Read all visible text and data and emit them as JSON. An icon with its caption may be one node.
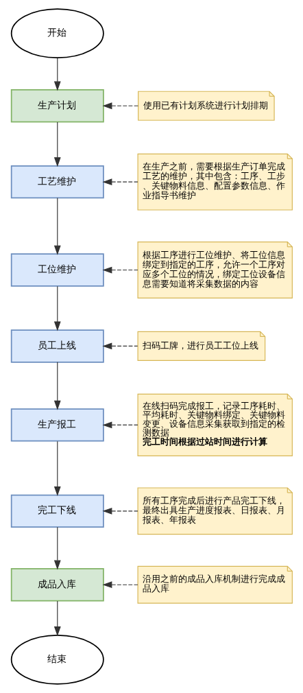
{
  "diagram": {
    "nodes": [
      {
        "text": [
          "开始"
        ]
      },
      {
        "text": [
          "生产计划"
        ]
      },
      {
        "text": [
          "工艺维护"
        ]
      },
      {
        "text": [
          "工位维护"
        ]
      },
      {
        "text": [
          "员工上线"
        ]
      },
      {
        "text": [
          "生产报工"
        ]
      },
      {
        "text": [
          "完工下线"
        ]
      },
      {
        "text": [
          "成品入库"
        ]
      },
      {
        "text": [
          "结束"
        ]
      },
      {
        "text": [
          "使用已有计划系统进行计划排期"
        ]
      },
      {
        "text": [
          "在生产之前，需要根据生产订单完成工艺的维护，其中包含：工序、工步、关键物料信息、配置参数信息、作业指导书维护"
        ]
      },
      {
        "text": [
          "根据工序进行工位维护、将工位信息绑定到指定的工序，允许一个工序对应多个工位的情况，绑定工位设备信息需要知道将采集数据的内容"
        ]
      },
      {
        "text": [
          "扫码工牌，进行员工工位上线"
        ]
      },
      {
        "text": [
          "在线扫码完成报工，记录工序耗时、平均耗时、关键物料绑定、关键物料变更、设备信息采集获取到指定的检测数据",
          "完工时间根据过站时间进行计算"
        ]
      },
      {
        "text": [
          "所有工序完成后进行产品完工下线，最终出具生产进度报表、日报表、月报表、年报表"
        ]
      },
      {
        "text": [
          "沿用之前的成品入库机制进行完成成品入库"
        ]
      }
    ],
    "edges": [
      {
        "from": 0,
        "to": 1,
        "arrow": "to"
      },
      {
        "from": 1,
        "to": 2,
        "arrow": "to"
      },
      {
        "from": 2,
        "to": 3,
        "arrow": "to"
      },
      {
        "from": 3,
        "to": 4,
        "arrow": "to"
      },
      {
        "from": 4,
        "to": 5,
        "arrow": "to"
      },
      {
        "from": 5,
        "to": 6,
        "arrow": "to"
      },
      {
        "from": 6,
        "to": 7,
        "arrow": "to"
      },
      {
        "from": 7,
        "to": 8,
        "arrow": "to"
      },
      {
        "from": 9,
        "to": 1,
        "arrow": "to",
        "style": "dashed"
      },
      {
        "from": 10,
        "to": 2,
        "arrow": "to",
        "style": "dashed"
      },
      {
        "from": 11,
        "to": 3,
        "arrow": "to",
        "style": "dashed"
      },
      {
        "from": 12,
        "to": 4,
        "arrow": "to",
        "style": "dashed"
      },
      {
        "from": 13,
        "to": 5,
        "arrow": "to",
        "style": "dashed"
      },
      {
        "from": 14,
        "to": 6,
        "arrow": "to",
        "style": "dashed"
      },
      {
        "from": 15,
        "to": 7,
        "arrow": "to",
        "style": "dashed"
      }
    ]
  }
}
